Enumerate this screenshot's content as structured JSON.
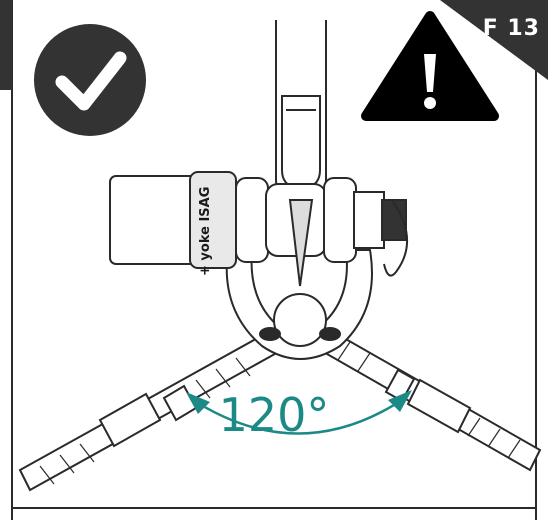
{
  "figure": {
    "tag": "F 13",
    "angle_label": "120°",
    "shackle_marking": "+ yoke ISAG"
  },
  "icons": {
    "correct": "checkmark-circle-icon",
    "warning": "warning-triangle-icon"
  },
  "colors": {
    "accent": "#1b8a86",
    "dark": "#333333",
    "black": "#000000",
    "line": "#2a2a2a"
  }
}
